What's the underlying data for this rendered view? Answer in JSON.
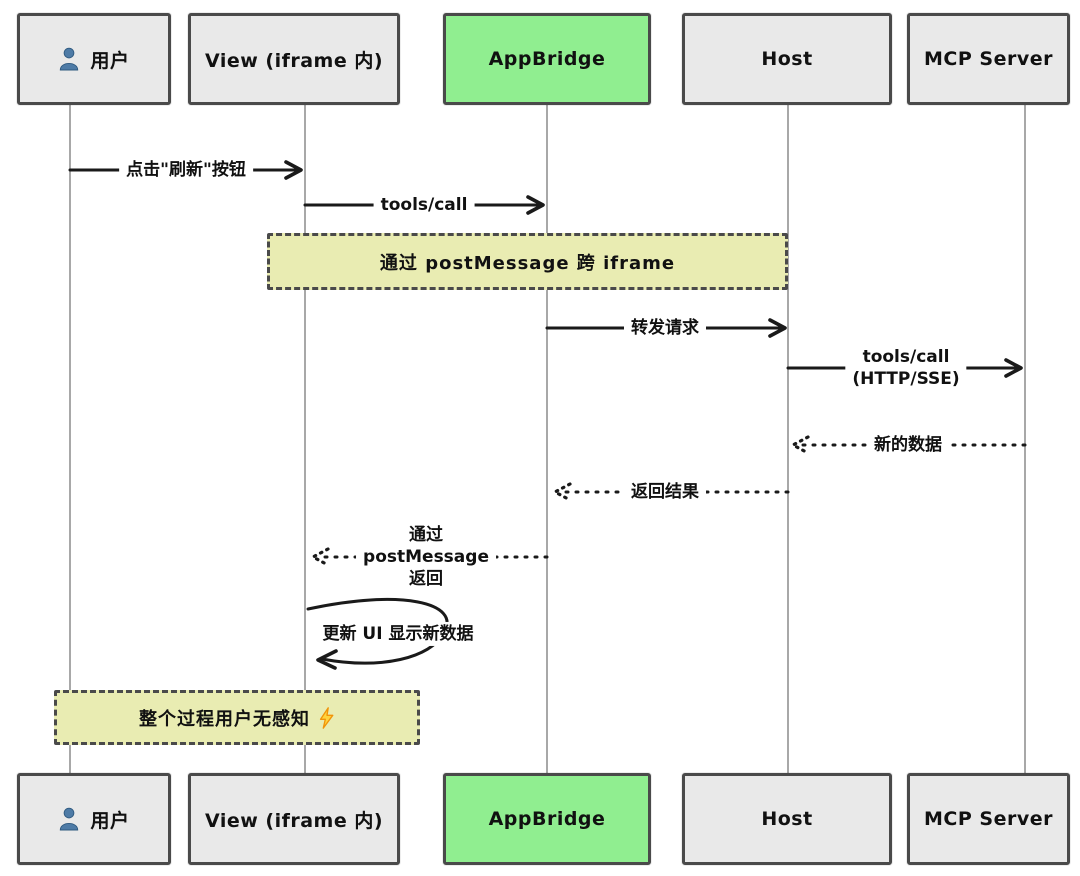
{
  "diagram": {
    "type": "sequence-diagram",
    "actors": [
      {
        "id": "user",
        "label": "用户",
        "icon": "user-icon",
        "fill": "#e9e9e9"
      },
      {
        "id": "view",
        "label": "View (iframe 内)",
        "fill": "#e9e9e9"
      },
      {
        "id": "appbridge",
        "label": "AppBridge",
        "fill": "#90ee90"
      },
      {
        "id": "host",
        "label": "Host",
        "fill": "#e9e9e9"
      },
      {
        "id": "mcp-server",
        "label": "MCP Server",
        "fill": "#e9e9e9"
      }
    ],
    "messages": [
      {
        "from": "用户",
        "to": "View (iframe 内)",
        "label": "点击\"刷新\"按钮",
        "line": "solid"
      },
      {
        "from": "View (iframe 内)",
        "to": "AppBridge",
        "label": "tools/call",
        "line": "solid"
      },
      {
        "from": "AppBridge",
        "to": "Host",
        "label": "转发请求",
        "line": "solid"
      },
      {
        "from": "Host",
        "to": "MCP Server",
        "lines": [
          "tools/call",
          "(HTTP/SSE)"
        ],
        "line": "solid"
      },
      {
        "from": "MCP Server",
        "to": "Host",
        "label": "新的数据",
        "line": "dotted"
      },
      {
        "from": "Host",
        "to": "AppBridge",
        "label": "返回结果",
        "line": "dotted"
      },
      {
        "from": "AppBridge",
        "to": "View (iframe 内)",
        "lines": [
          "通过",
          "postMessage",
          "返回"
        ],
        "line": "dotted"
      },
      {
        "from": "View (iframe 内)",
        "to": "View (iframe 内)",
        "label": "更新 UI 显示新数据",
        "line": "self"
      }
    ],
    "notes": [
      {
        "label": "通过 postMessage 跨 iframe"
      },
      {
        "label": "整个过程用户无感知",
        "icon": "lightning-icon"
      }
    ]
  },
  "colors": {
    "background": "#ffffff",
    "actor_fill": "#e9e9e9",
    "appbridge_fill": "#90ee90",
    "note_fill": "#e9ecb2",
    "border": "#4a4a4a",
    "lifeline": "#999999",
    "arrow": "#1a1a1a",
    "text": "#111111",
    "user_icon": "#4e7ba6",
    "lightning_fill": "#ffd33d",
    "lightning_stroke": "#f0940a"
  }
}
